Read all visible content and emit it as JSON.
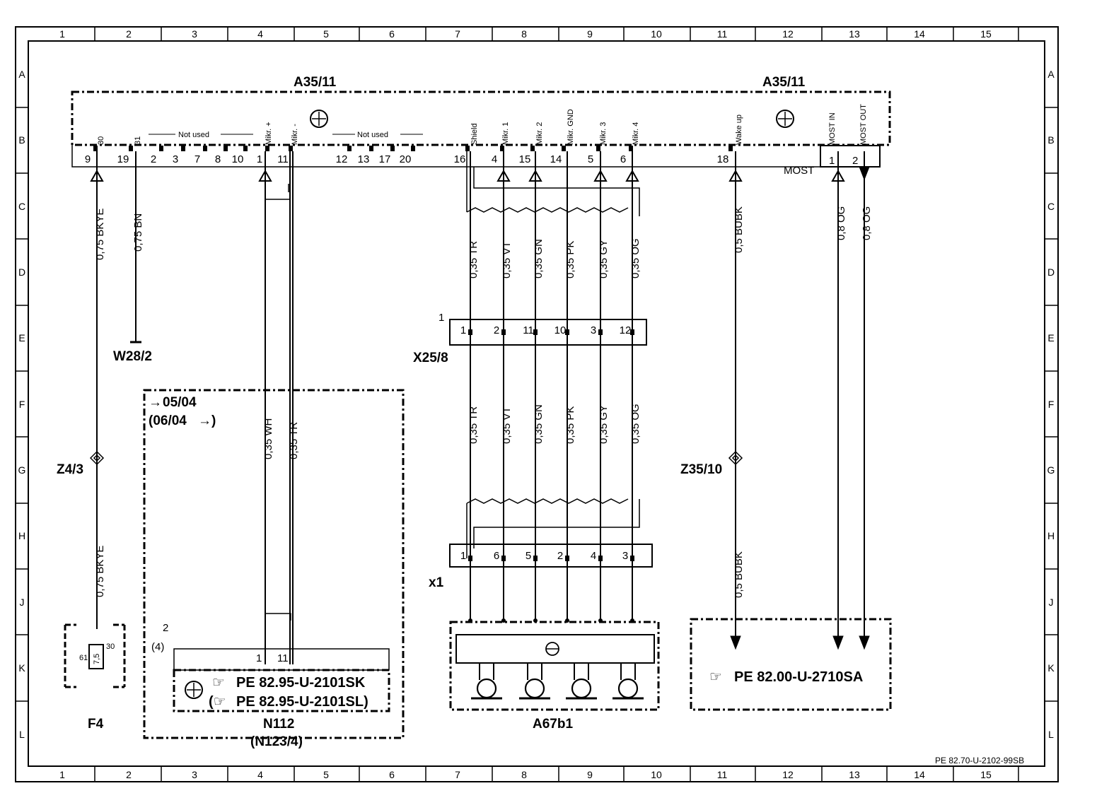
{
  "grid": {
    "columns": [
      "1",
      "2",
      "3",
      "4",
      "5",
      "6",
      "7",
      "8",
      "9",
      "10",
      "11",
      "12",
      "13",
      "14",
      "15"
    ],
    "rows": [
      "A",
      "B",
      "C",
      "D",
      "E",
      "F",
      "G",
      "H",
      "J",
      "K",
      "L"
    ]
  },
  "components": {
    "a35_left": "A35/11",
    "a35_right": "A35/11",
    "x25": "X25/8",
    "x1": "x1",
    "w28": "W28/2",
    "z4": "Z4/3",
    "z35": "Z35/10",
    "f4": "F4",
    "n112": "N112",
    "n123": "(N123/4)",
    "a67": "A67b1",
    "most": "MOST"
  },
  "pin_labels": {
    "p30": "30",
    "p31": "31",
    "not_used": "Not used",
    "mikr_plus": "Mikr. +",
    "mikr_minus": "Mikr. -",
    "shield": "Shield",
    "mikr1": "Mikr. 1",
    "mikr2": "Mikr. 2",
    "mikrgnd": "Mikr. GND",
    "mikr3": "Mikr. 3",
    "mikr4": "Mikr. 4",
    "wakeup": "Wake up",
    "most_in": "MOST IN",
    "most_out": "MOST OUT"
  },
  "pins_row": [
    "9",
    "19",
    "2",
    "3",
    "7",
    "8",
    "10",
    "1",
    "11",
    "12",
    "13",
    "17",
    "20",
    "16",
    "4",
    "15",
    "14",
    "5",
    "6",
    "18"
  ],
  "most_pins": [
    "1",
    "2"
  ],
  "x25_pins": [
    "1",
    "2",
    "11",
    "10",
    "3",
    "12"
  ],
  "x25_num": "1",
  "x1_pins": [
    "1",
    "6",
    "5",
    "2",
    "4",
    "3"
  ],
  "n112_pins": [
    "1",
    "11"
  ],
  "n112_num_a": "2",
  "n112_num_b": "(4)",
  "f4_pins": [
    "61",
    "7,5",
    "30"
  ],
  "wires": {
    "w1": "0,75 BKYE",
    "w2": "0,75 BN",
    "w3": "0,35 WH",
    "w4": "0,35 TR",
    "w5": "0,35 TR",
    "w6": "0,35 VT",
    "w7": "0,35 GN",
    "w8": "0,35 PK",
    "w9": "0,35 GY",
    "w10": "0,35 OG",
    "w11": "0,5 BUBK",
    "w12": "0,8 OG",
    "w13": "0,8 OG",
    "w14": "0,75 BKYE",
    "w15": "0,5 BUBK",
    "w16": "0,35 TR",
    "w17": "0,35 VT",
    "w18": "0,35 GN",
    "w19": "0,35 PK",
    "w20": "0,35 GY",
    "w21": "0,35 OG"
  },
  "date_a": "05/04",
  "date_b": "(06/04",
  "refs": {
    "n112_a": "PE 82.95-U-2101SK",
    "n112_b": "PE 82.95-U-2101SL)",
    "most_ref": "PE 82.00-U-2710SA"
  },
  "footer": "PE 82.70-U-2102-99SB"
}
